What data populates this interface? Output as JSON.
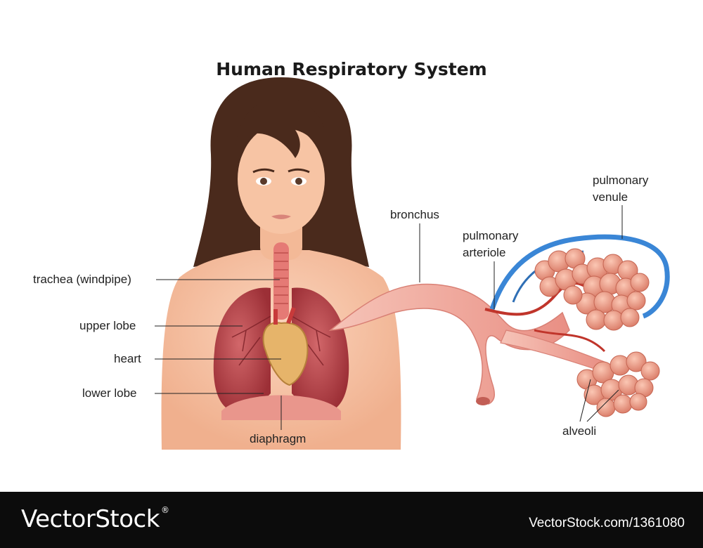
{
  "title": "Human Respiratory System",
  "labels": {
    "trachea": "trachea (windpipe)",
    "upper_lobe": "upper lobe",
    "heart": "heart",
    "lower_lobe": "lower lobe",
    "diaphragm": "diaphragm",
    "bronchus": "bronchus",
    "pulmonary_arteriole_line1": "pulmonary",
    "pulmonary_arteriole_line2": "arteriole",
    "pulmonary_venule_line1": "pulmonary",
    "pulmonary_venule_line2": "venule",
    "alveoli": "alveoli"
  },
  "footer": {
    "brand": "VectorStock",
    "registered": "®",
    "stock_id": "VectorStock.com/1361080"
  },
  "colors": {
    "skin": "#f6c1a0",
    "hair": "#4a2a1c",
    "lung": "#b8454a",
    "heart": "#e8b66a",
    "bronchus": "#f2a49a",
    "alveoli": "#f0a088",
    "venule": "#3a86d6",
    "arteriole": "#c0352b"
  }
}
